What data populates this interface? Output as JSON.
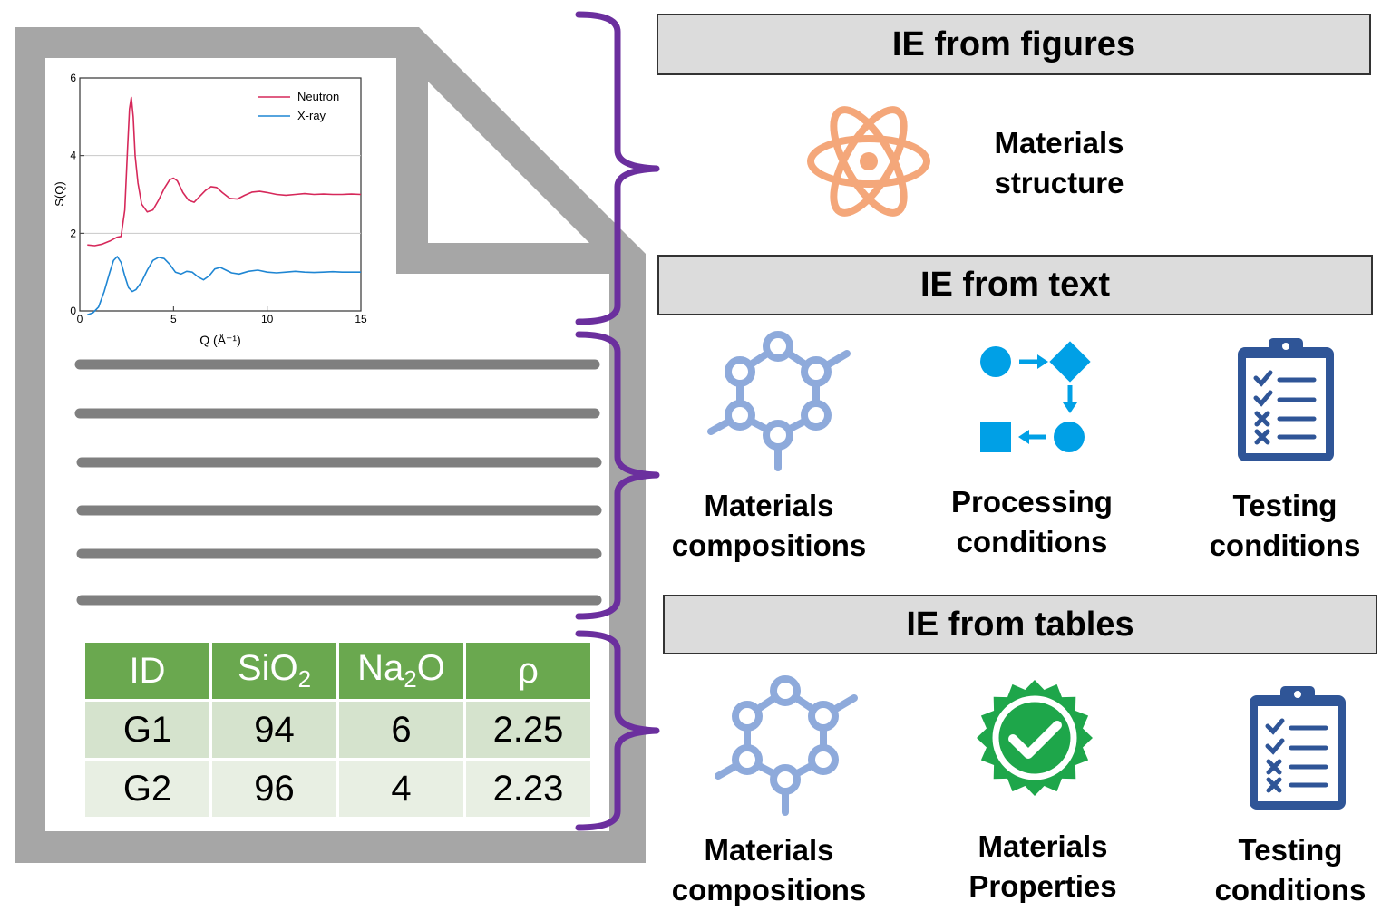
{
  "sections": {
    "figures": {
      "title": "IE from figures",
      "items": [
        {
          "label_line1": "Materials",
          "label_line2": "structure",
          "icon": "atom-icon"
        }
      ]
    },
    "text": {
      "title": "IE from text",
      "items": [
        {
          "label_line1": "Materials",
          "label_line2": "compositions",
          "icon": "molecule-icon"
        },
        {
          "label_line1": "Processing",
          "label_line2": "conditions",
          "icon": "process-flow-icon"
        },
        {
          "label_line1": "Testing",
          "label_line2": "conditions",
          "icon": "clipboard-checklist-icon"
        }
      ]
    },
    "tables": {
      "title": "IE from tables",
      "items": [
        {
          "label_line1": "Materials",
          "label_line2": "compositions",
          "icon": "molecule-icon"
        },
        {
          "label_line1": "Materials",
          "label_line2": "Properties",
          "icon": "verified-badge-icon"
        },
        {
          "label_line1": "Testing",
          "label_line2": "conditions",
          "icon": "clipboard-checklist-icon"
        }
      ]
    }
  },
  "document_table": {
    "headers": [
      {
        "main": "ID",
        "sub": "",
        "tail": ""
      },
      {
        "main": "SiO",
        "sub": "2",
        "tail": ""
      },
      {
        "main": "Na",
        "sub": "2",
        "tail": "O"
      },
      {
        "main": "ρ",
        "sub": "",
        "tail": ""
      }
    ],
    "rows": [
      [
        "G1",
        "94",
        "6",
        "2.25"
      ],
      [
        "G2",
        "96",
        "4",
        "2.23"
      ]
    ]
  },
  "chart_data": {
    "type": "line",
    "title": "",
    "xlabel": "Q (Å⁻¹)",
    "ylabel": "S(Q)",
    "xlim": [
      0,
      15
    ],
    "ylim": [
      0,
      6
    ],
    "xticks": [
      "0",
      "5",
      "10",
      "15"
    ],
    "yticks": [
      "0",
      "2",
      "4",
      "6"
    ],
    "grid": "horizontal",
    "legend_position": "top-right",
    "series": [
      {
        "name": "Neutron",
        "color": "#d6285a",
        "x": [
          0.4,
          0.8,
          1.2,
          1.6,
          2.0,
          2.2,
          2.4,
          2.55,
          2.65,
          2.75,
          2.85,
          2.95,
          3.1,
          3.3,
          3.6,
          3.9,
          4.2,
          4.5,
          4.8,
          5.0,
          5.2,
          5.5,
          5.8,
          6.1,
          6.4,
          6.7,
          7.0,
          7.3,
          7.6,
          8.0,
          8.4,
          8.8,
          9.2,
          9.6,
          10.0,
          10.5,
          11.0,
          11.5,
          12.0,
          12.5,
          13.0,
          13.5,
          14.0,
          14.5,
          15.0
        ],
        "values": [
          1.7,
          1.68,
          1.72,
          1.8,
          1.9,
          1.92,
          2.6,
          4.2,
          5.2,
          5.5,
          5.0,
          4.0,
          3.3,
          2.75,
          2.55,
          2.6,
          2.85,
          3.15,
          3.38,
          3.42,
          3.35,
          3.05,
          2.85,
          2.8,
          2.95,
          3.1,
          3.2,
          3.18,
          3.05,
          2.9,
          2.88,
          2.98,
          3.06,
          3.08,
          3.05,
          3.0,
          2.98,
          3.0,
          3.02,
          3.0,
          3.01,
          3.0,
          3.0,
          3.01,
          3.0
        ]
      },
      {
        "name": "X-ray",
        "color": "#1f86d3",
        "x": [
          0.4,
          0.7,
          1.0,
          1.3,
          1.6,
          1.8,
          2.0,
          2.2,
          2.4,
          2.6,
          2.8,
          3.0,
          3.3,
          3.6,
          3.9,
          4.2,
          4.5,
          4.8,
          5.1,
          5.4,
          5.7,
          6.0,
          6.3,
          6.6,
          6.9,
          7.2,
          7.5,
          7.8,
          8.1,
          8.5,
          9.0,
          9.5,
          10.0,
          10.5,
          11.0,
          11.5,
          12.0,
          12.5,
          13.0,
          13.5,
          14.0,
          14.5,
          15.0
        ],
        "values": [
          -0.1,
          -0.05,
          0.1,
          0.5,
          1.0,
          1.3,
          1.4,
          1.25,
          0.9,
          0.6,
          0.5,
          0.55,
          0.75,
          1.05,
          1.3,
          1.38,
          1.35,
          1.2,
          1.0,
          0.95,
          1.02,
          1.0,
          0.88,
          0.8,
          0.9,
          1.08,
          1.12,
          1.05,
          0.98,
          0.95,
          1.02,
          1.05,
          1.0,
          0.98,
          1.0,
          1.02,
          1.0,
          0.99,
          1.0,
          1.01,
          1.0,
          1.0,
          1.0
        ]
      }
    ]
  },
  "colors": {
    "bracket": "#6b2f9e",
    "doc_frame": "#a6a6a6",
    "text_line": "#7f7f7f",
    "table_header": "#6aa84f",
    "atom": "#f4a77a",
    "molecule": "#8eaadb",
    "process": "#00a0e6",
    "clipboard": "#2f5597",
    "badge": "#1ea64a"
  }
}
